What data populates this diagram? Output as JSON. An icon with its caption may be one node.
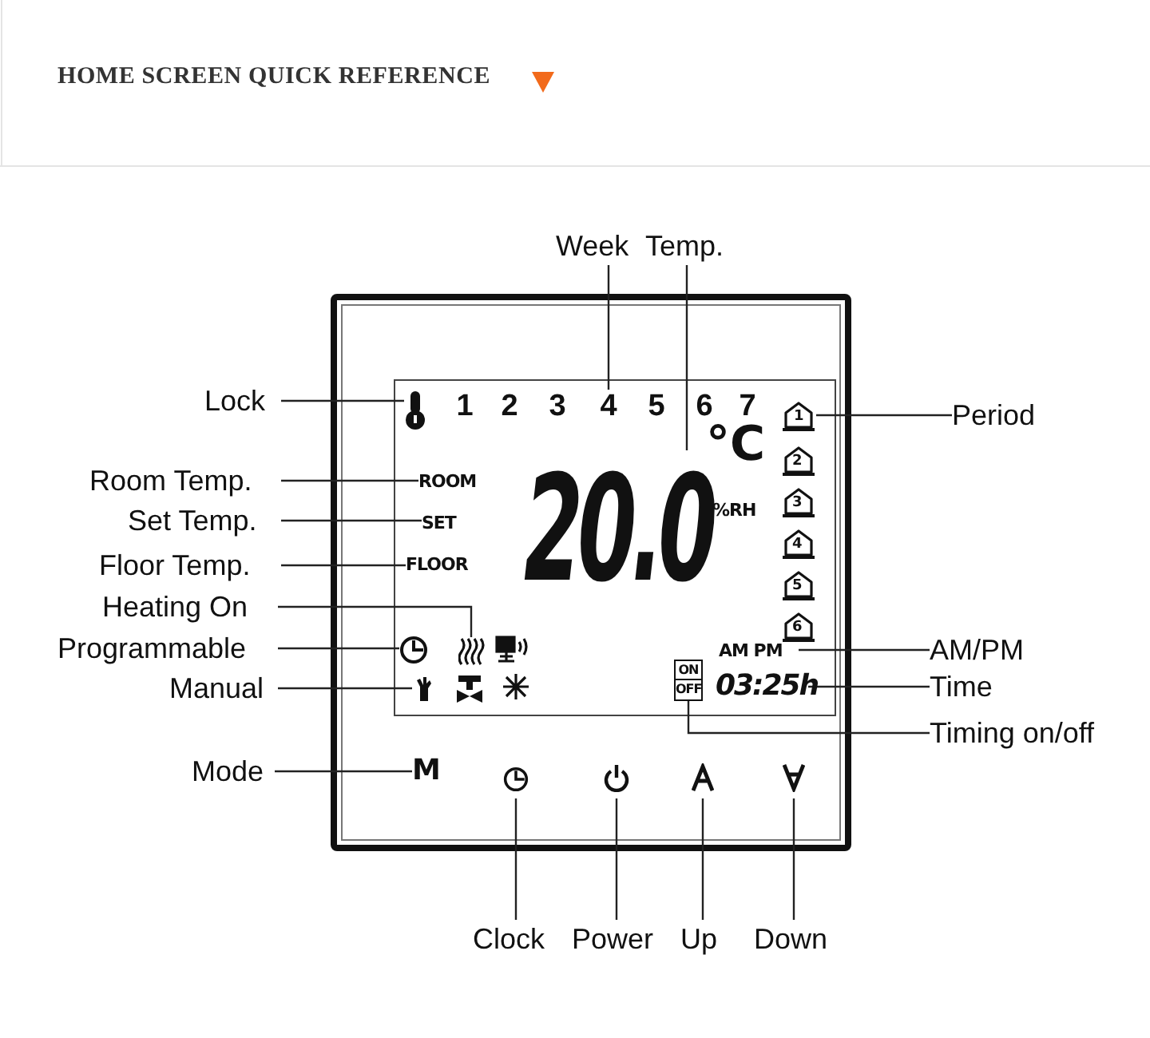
{
  "diagram": {
    "title": "HOME SCREEN QUICK REFERENCE",
    "nodes": [
      {
        "text": [
          "Week"
        ]
      },
      {
        "text": [
          "Temp."
        ]
      },
      {
        "text": [
          "Lock"
        ]
      },
      {
        "text": [
          "Room Temp."
        ]
      },
      {
        "text": [
          "Set Temp."
        ]
      },
      {
        "text": [
          "Floor Temp."
        ]
      },
      {
        "text": [
          "Heating On"
        ]
      },
      {
        "text": [
          "Programmable"
        ]
      },
      {
        "text": [
          "Manual"
        ]
      },
      {
        "text": [
          "Mode"
        ]
      },
      {
        "text": [
          "Clock"
        ]
      },
      {
        "text": [
          "Power"
        ]
      },
      {
        "text": [
          "Up"
        ]
      },
      {
        "text": [
          "Down"
        ]
      },
      {
        "text": [
          "Period"
        ]
      },
      {
        "text": [
          "AM/PM"
        ]
      },
      {
        "text": [
          "Time"
        ]
      },
      {
        "text": [
          "Timing on/off"
        ]
      },
      {
        "text": [
          "4"
        ]
      },
      {
        "text": [
          "20.0"
        ]
      },
      {
        "text": [],
        "shape": "lock"
      },
      {
        "text": [
          "ROOM"
        ]
      },
      {
        "text": [
          "SET"
        ]
      },
      {
        "text": [
          "FLOOR"
        ]
      },
      {
        "text": [],
        "shape": "waves"
      },
      {
        "text": [],
        "shape": "clock"
      },
      {
        "text": [],
        "shape": "hand"
      },
      {
        "text": [
          "M"
        ]
      },
      {
        "text": [],
        "shape": "clock"
      },
      {
        "text": [],
        "shape": "power"
      },
      {
        "text": [],
        "shape": "chevron"
      },
      {
        "text": [],
        "shape": "chevron"
      },
      {
        "text": [
          "1"
        ]
      },
      {
        "text": [
          "AM PM"
        ]
      },
      {
        "text": [
          "03:25h"
        ]
      },
      {
        "text": [
          "ON",
          "OFF"
        ]
      }
    ],
    "edges": [
      {
        "from": 0,
        "to": 18,
        "arrow": "none"
      },
      {
        "from": 1,
        "to": 19,
        "arrow": "none"
      },
      {
        "from": 2,
        "to": 20,
        "arrow": "none"
      },
      {
        "from": 3,
        "to": 21,
        "arrow": "none"
      },
      {
        "from": 4,
        "to": 22,
        "arrow": "none"
      },
      {
        "from": 5,
        "to": 23,
        "arrow": "none"
      },
      {
        "from": 6,
        "to": 24,
        "arrow": "none"
      },
      {
        "from": 7,
        "to": 25,
        "arrow": "none"
      },
      {
        "from": 8,
        "to": 26,
        "arrow": "none"
      },
      {
        "from": 9,
        "to": 27,
        "arrow": "none"
      },
      {
        "from": 10,
        "to": 28,
        "arrow": "none"
      },
      {
        "from": 11,
        "to": 29,
        "arrow": "none"
      },
      {
        "from": 12,
        "to": 30,
        "arrow": "none"
      },
      {
        "from": 13,
        "to": 31,
        "arrow": "none"
      },
      {
        "from": 14,
        "to": 32,
        "arrow": "none"
      },
      {
        "from": 15,
        "to": 33,
        "arrow": "none"
      },
      {
        "from": 16,
        "to": 34,
        "arrow": "none"
      },
      {
        "from": 17,
        "to": 35,
        "arrow": "none"
      }
    ],
    "labels": [
      "1",
      "2",
      "3",
      "5",
      "6",
      "7",
      "°C",
      "%RH",
      "2",
      "3",
      "4",
      "5",
      "6"
    ]
  }
}
